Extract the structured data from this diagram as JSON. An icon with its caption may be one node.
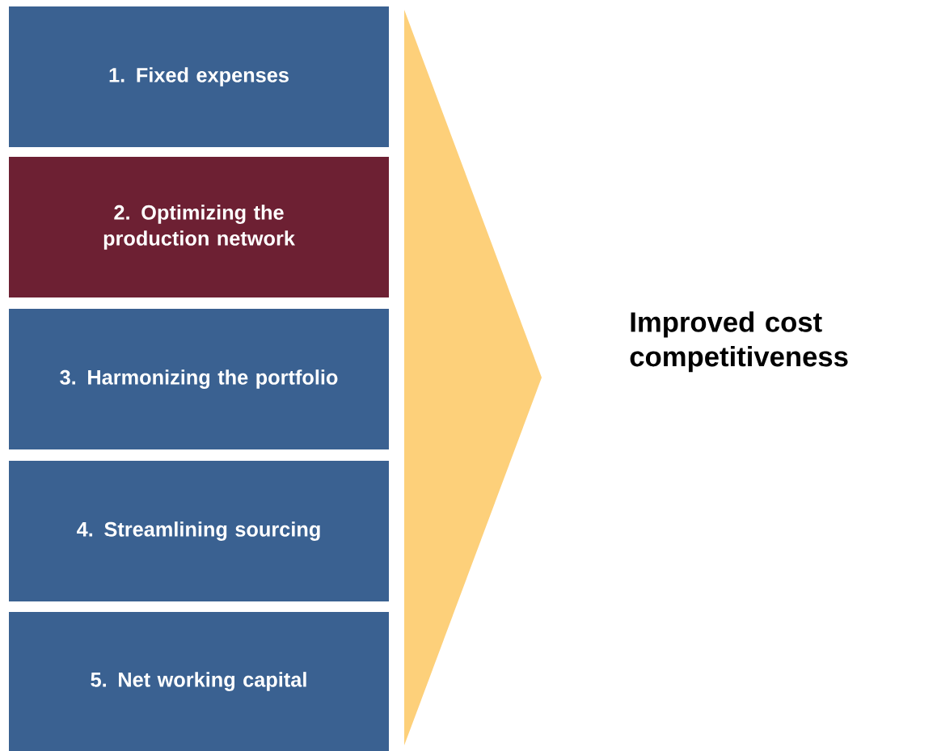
{
  "diagram": {
    "nodes": [
      {
        "text": [
          "1. Fixed expenses"
        ]
      },
      {
        "text": [
          "2. Optimizing the production network"
        ]
      },
      {
        "text": [
          "3. Harmonizing the portfolio"
        ]
      },
      {
        "text": [
          "4. Streamlining sourcing"
        ]
      },
      {
        "text": [
          "5. Net working capital"
        ]
      },
      {
        "text": [],
        "shape": "triangle"
      }
    ],
    "labels": [
      "Improved cost competitiveness"
    ]
  }
}
